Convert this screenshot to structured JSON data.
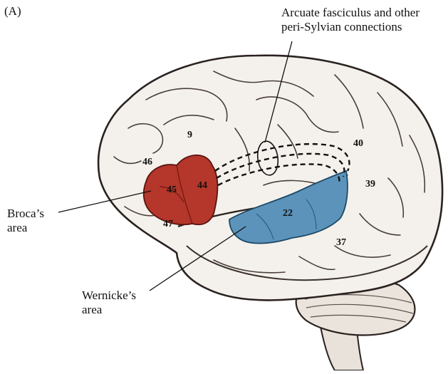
{
  "panel_label": "(A)",
  "callouts": {
    "arcuate": [
      "Arcuate fasciculus and other",
      "peri-Sylvian connections"
    ],
    "broca": [
      "Broca’s",
      "area"
    ],
    "wernicke": [
      "Wernicke’s",
      "area"
    ]
  },
  "brodmann_areas": [
    "9",
    "46",
    "45",
    "44",
    "47",
    "22",
    "40",
    "39",
    "37"
  ],
  "colors": {
    "broca_region": "#b5362a",
    "wernicke_region": "#5b93bb",
    "brain_fill": "#f4f1ec",
    "outline": "#2a2220"
  }
}
